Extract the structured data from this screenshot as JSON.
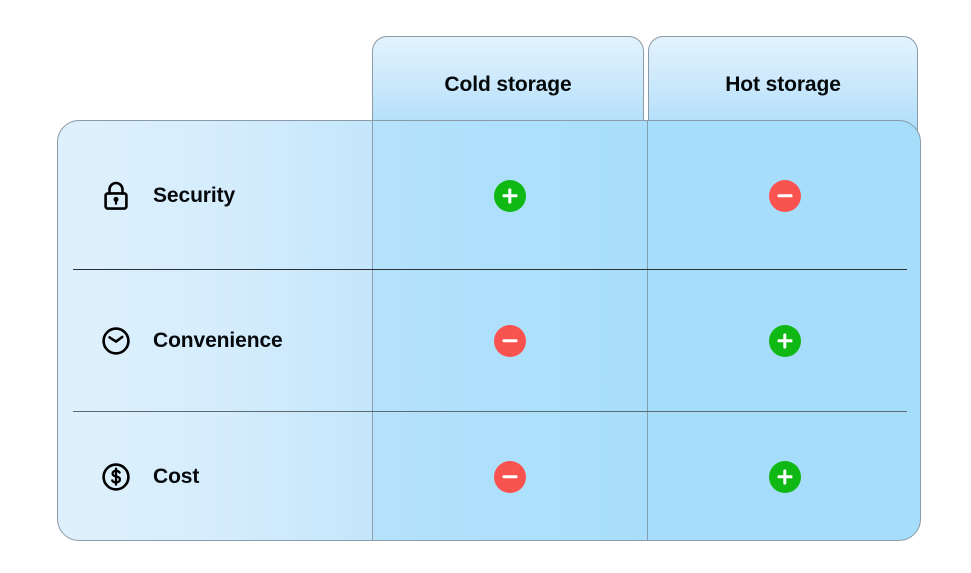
{
  "diagram": {
    "type": "comparison-table",
    "columns": [
      {
        "id": "cold",
        "label": "Cold storage"
      },
      {
        "id": "hot",
        "label": "Hot storage"
      }
    ],
    "rows": [
      {
        "id": "security",
        "label": "Security",
        "icon": "lock-icon",
        "cold": "positive",
        "hot": "negative"
      },
      {
        "id": "convenience",
        "label": "Convenience",
        "icon": "clock-icon",
        "cold": "negative",
        "hot": "positive"
      },
      {
        "id": "cost",
        "label": "Cost",
        "icon": "dollar-circle-icon",
        "cold": "negative",
        "hot": "positive"
      }
    ],
    "legend": {
      "positive_symbol": "+",
      "negative_symbol": "−"
    },
    "colors": {
      "positive": "#10b814",
      "negative": "#f9534f",
      "panel_light": "#ddf0fc",
      "panel_dark": "#a6ddfb",
      "header_top": "#e3f3fd",
      "header_bottom": "#a9dcfa",
      "border": "#8a9aa6",
      "text": "#05090c",
      "divider": "#2a3236"
    }
  }
}
